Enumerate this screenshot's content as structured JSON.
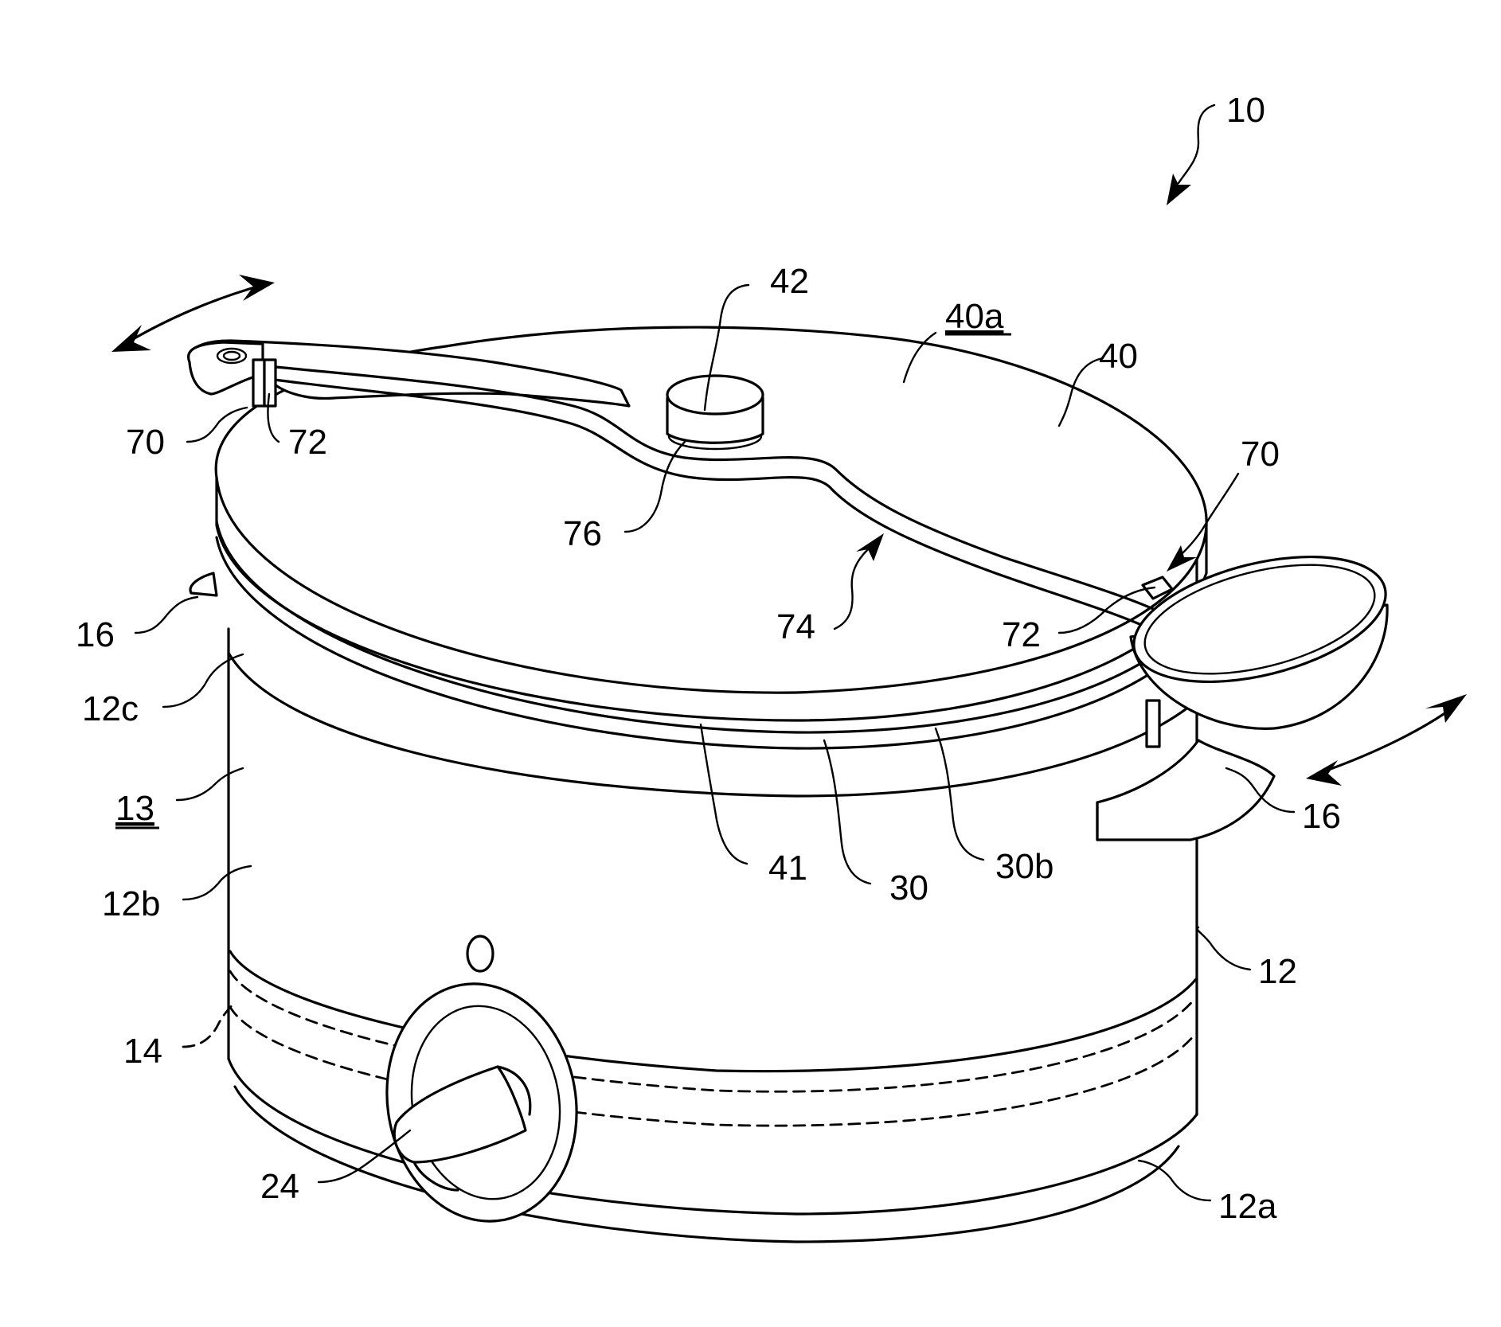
{
  "labels": {
    "assembly": "10",
    "lid_handle": "42",
    "lid_top_surface": "40a",
    "lid": "40",
    "ladle_hook_left": "70",
    "ladle_clip_left": "72",
    "ladle_hook_right": "70",
    "handle_gasket": "76",
    "ladle_arm": "74",
    "ladle_clip_right": "72",
    "side_handle_left": "16",
    "side_handle_right": "16",
    "rim": "12c",
    "interior": "13",
    "side_wall": "12b",
    "lid_edge": "41",
    "gasket": "30",
    "gasket_edge": "30b",
    "housing": "12",
    "heating_element": "14",
    "control_knob": "24",
    "base": "12a"
  }
}
